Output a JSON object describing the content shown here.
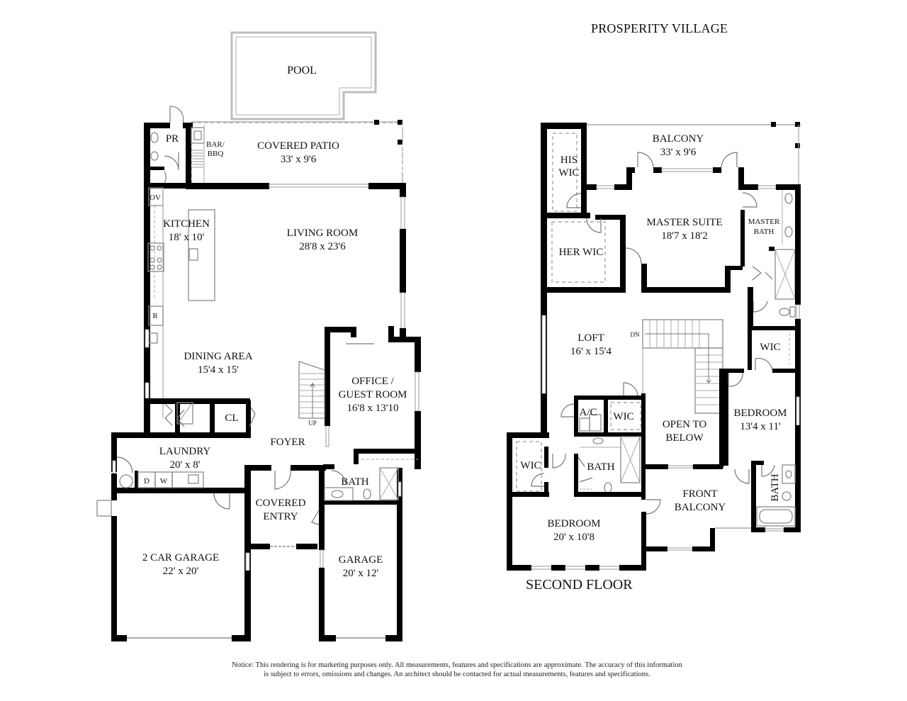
{
  "title": "PROSPERITY VILLAGE",
  "floor_label": "SECOND FLOOR",
  "notice": {
    "line1": "Notice: This rendering is for marketing purposes only. All measurements, features and specifications are approximate. The accuracy of this information",
    "line2": "is subject to errors, omissions and changes. An architect should be contacted for actual measurements, features and specifications."
  },
  "first_floor": {
    "pool": {
      "name": "POOL"
    },
    "pr": {
      "name": "PR"
    },
    "bar": {
      "line1": "BAR/",
      "line2": "BBQ"
    },
    "covered_patio": {
      "name": "COVERED PATIO",
      "dims": "33' x 9'6"
    },
    "oven": {
      "name": "OV"
    },
    "kitchen": {
      "name": "KITCHEN",
      "dims": "18' x 10'"
    },
    "living_room": {
      "name": "LIVING ROOM",
      "dims": "28'8 x 23'6"
    },
    "refrigerator": {
      "name": "R"
    },
    "dining_area": {
      "name": "DINING AREA",
      "dims": "15'4 x 15'"
    },
    "office": {
      "line1": "OFFICE /",
      "line2": "GUEST ROOM",
      "dims": "16'8 x 13'10"
    },
    "stairs": {
      "label": "UP"
    },
    "closet": {
      "name": "CL"
    },
    "foyer": {
      "name": "FOYER"
    },
    "laundry": {
      "name": "LAUNDRY",
      "dims": "20' x 8'",
      "dryer": "D",
      "washer": "W"
    },
    "bath": {
      "name": "BATH"
    },
    "covered_entry": {
      "line1": "COVERED",
      "line2": "ENTRY"
    },
    "two_car_garage": {
      "name": "2 CAR GARAGE",
      "dims": "22' x 20'"
    },
    "garage": {
      "name": "GARAGE",
      "dims": "20' x 12'"
    }
  },
  "second_floor": {
    "balcony": {
      "name": "BALCONY",
      "dims": "33' x 9'6"
    },
    "his_wic": {
      "line1": "HIS",
      "line2": "WIC"
    },
    "her_wic": {
      "name": "HER WIC"
    },
    "master_suite": {
      "name": "MASTER SUITE",
      "dims": "18'7 x 18'2"
    },
    "master_bath": {
      "line1": "MASTER",
      "line2": "BATH"
    },
    "loft": {
      "name": "LOFT",
      "dims": "16' x 15'4"
    },
    "stairs": {
      "label": "DN"
    },
    "wic_right": {
      "name": "WIC"
    },
    "ac": {
      "name": "A/C"
    },
    "wic_center": {
      "name": "WIC"
    },
    "open_to_below": {
      "line1": "OPEN TO",
      "line2": "BELOW"
    },
    "bedroom_right": {
      "name": "BEDROOM",
      "dims": "13'4 x 11'"
    },
    "wic_left": {
      "name": "WIC"
    },
    "bath_center": {
      "name": "BATH"
    },
    "front_balcony": {
      "line1": "FRONT",
      "line2": "BALCONY"
    },
    "bath_right": {
      "name": "BATH"
    },
    "bedroom_front": {
      "name": "BEDROOM",
      "dims": "20' x 10'8"
    }
  }
}
